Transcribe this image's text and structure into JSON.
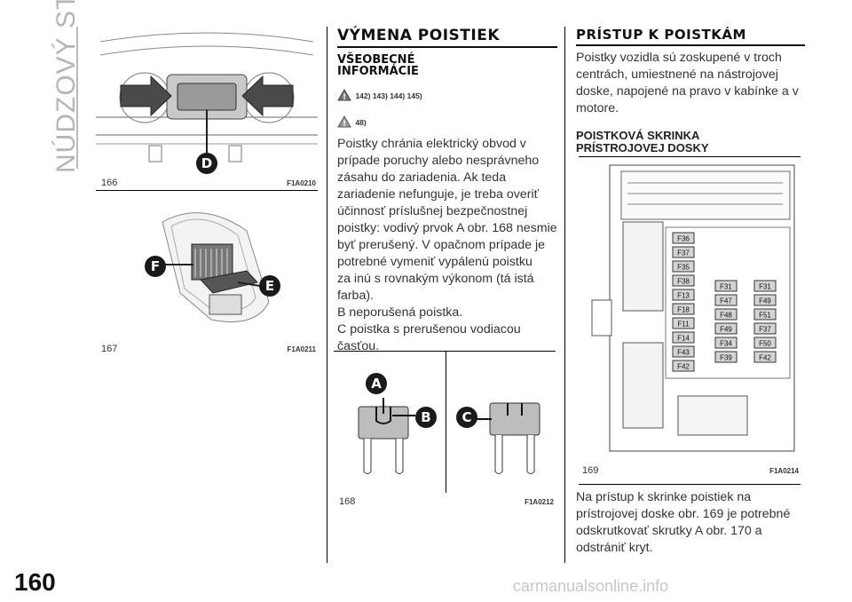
{
  "side_title": "NÚDZOVÝ STAV",
  "page_number": "160",
  "figures": {
    "f166": {
      "num": "166",
      "code": "F1A0210",
      "label": "D"
    },
    "f167": {
      "num": "167",
      "code": "F1A0211",
      "label_f": "F",
      "label_e": "E"
    },
    "f168": {
      "num": "168",
      "code": "F1A0212",
      "label_a": "A",
      "label_b": "B",
      "label_c": "C"
    },
    "f169": {
      "num": "169",
      "code": "F1A0214",
      "col1": [
        "F36",
        "F37",
        "F35",
        "F38",
        "F13",
        "F18",
        "F11",
        "F14",
        "F43",
        "F42"
      ],
      "col2": [
        "F31",
        "F47",
        "F48",
        "F49",
        "F34",
        "F39"
      ],
      "col3": [
        "F31",
        "F49",
        "F51",
        "F37",
        "F50",
        "F42"
      ]
    }
  },
  "section": {
    "title": "VÝMENA POISTIEK",
    "subtitle_line1": "VŠEOBECNÉ",
    "subtitle_line2": "INFORMÁCIE",
    "warn1": "142) 143) 144) 145)",
    "warn2": "48)",
    "body": [
      "Poistky chránia elektrický obvod v",
      "prípade poruchy alebo nesprávneho",
      "zásahu do zariadenia. Ak teda",
      "zariadenie nefunguje, je treba overiť",
      "účinnosť príslušnej bezpečnostnej",
      "poistky: vodivý prvok A obr. 168 nesmie",
      "byť prerušený. V opačnom prípade je",
      "potrebné vymeniť vypálenú poistku",
      "za inú s rovnakým výkonom (tá istá",
      "farba).",
      "B neporušená poistka.",
      "C poistka s prerušenou vodiacou",
      "časťou."
    ]
  },
  "access": {
    "title": "PRÍSTUP K POISTKÁM",
    "body": [
      "Poistky vozidla sú zoskupené v troch",
      "centrách, umiestnené na nástrojovej",
      "doske, napojené na pravo v kabínke a v",
      "motore."
    ],
    "subtitle_line1": "POISTKOVÁ SKRINKA",
    "subtitle_line2": "PRÍSTROJOVEJ DOSKY",
    "body2": [
      "Na prístup k skrinke poistiek na",
      "prístrojovej doske obr. 169 je potrebné",
      "odskrutkovať skrutky A obr. 170 a",
      "odstrániť kryt."
    ]
  },
  "footer": "carmanualsonline.info"
}
